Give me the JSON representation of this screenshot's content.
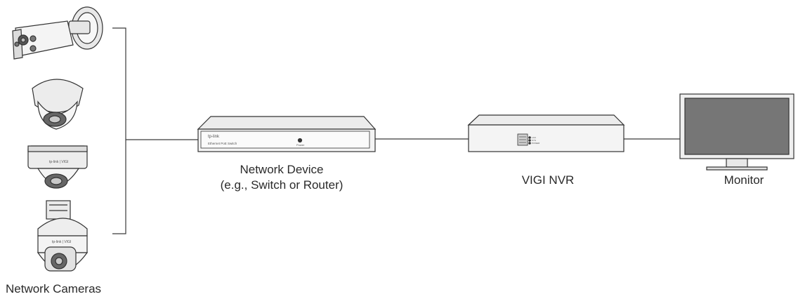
{
  "labels": {
    "cameras": "Network Cameras",
    "network_device_line1": "Network Device",
    "network_device_line2": "(e.g., Switch or Router)",
    "nvr": "VIGI NVR",
    "monitor": "Monitor"
  },
  "device_text": {
    "switch_brand": "tp-link",
    "switch_model": "Ethernet PoE Switch",
    "switch_power": "Power",
    "camera_brand": "tp-link | VIGI",
    "nvr_led_1": "LAN",
    "nvr_led_2": "SYS",
    "nvr_led_3": "POWER"
  },
  "colors": {
    "line": "#3a3a3a",
    "device_fill": "#f2f2f2",
    "screen": "#767676"
  }
}
